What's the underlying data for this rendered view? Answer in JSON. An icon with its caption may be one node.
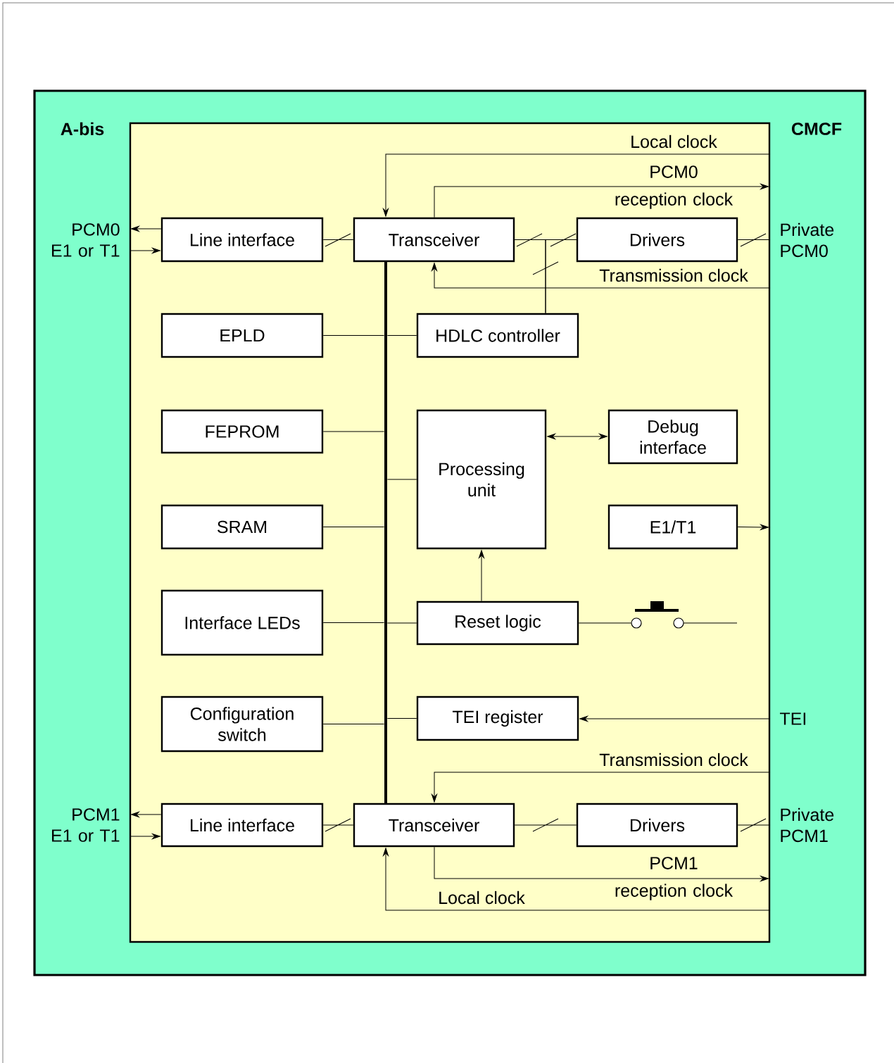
{
  "diagram": {
    "nodes": [
      {
        "text": [
          "A-bis",
          "CMCF"
        ]
      },
      {
        "text": [],
        "shape": "box",
        "in": 0
      },
      {
        "text": [
          "PCM0 E1 or T1"
        ],
        "in": 0
      },
      {
        "text": [
          "Line interface"
        ],
        "in": 1
      },
      {
        "text": [
          "Transceiver"
        ],
        "in": 1
      },
      {
        "text": [
          "Drivers"
        ],
        "in": 1
      },
      {
        "text": [
          "Private PCM0"
        ],
        "in": 0
      },
      {
        "text": [
          "EPLD"
        ],
        "in": 1
      },
      {
        "text": [
          "HDLC controller"
        ],
        "in": 1
      },
      {
        "text": [
          "FEPROM"
        ],
        "in": 1
      },
      {
        "text": [
          "Processing unit"
        ],
        "in": 1
      },
      {
        "text": [
          "Debug interface"
        ],
        "in": 1
      },
      {
        "text": [
          "SRAM"
        ],
        "in": 1
      },
      {
        "text": [
          "E1/T1"
        ],
        "in": 1
      },
      {
        "text": [
          "Interface LEDs"
        ],
        "in": 1
      },
      {
        "text": [
          "Reset logic"
        ],
        "in": 1
      },
      {
        "text": [],
        "shape": "picture",
        "in": 1
      },
      {
        "text": [
          "Configuration switch"
        ],
        "in": 1
      },
      {
        "text": [
          "TEI register"
        ],
        "in": 1
      },
      {
        "text": [
          "TEI"
        ],
        "in": 0
      },
      {
        "text": [
          "PCM1 E1 or T1"
        ],
        "in": 0
      },
      {
        "text": [
          "Line interface"
        ],
        "in": 1
      },
      {
        "text": [
          "Transceiver"
        ],
        "in": 1
      },
      {
        "text": [
          "Drivers"
        ],
        "in": 1
      },
      {
        "text": [
          "Private PCM1"
        ],
        "in": 0
      },
      {
        "text": [],
        "shape": "bar",
        "in": 1
      }
    ],
    "edges": [
      {
        "from": 3,
        "to": 2,
        "arrow": "to"
      },
      {
        "from": 2,
        "to": 3,
        "arrow": "to"
      },
      {
        "from": 3,
        "to": 4,
        "arrow": "none"
      },
      {
        "from": 4,
        "to": 5,
        "arrow": "none"
      },
      {
        "from": 8,
        "to": 4,
        "arrow": "none"
      },
      {
        "from": 8,
        "to": 5,
        "arrow": "none"
      },
      {
        "from": 5,
        "to": 6,
        "arrow": "none"
      },
      {
        "from": null,
        "to": 4,
        "arrow": "to",
        "label": "Local clock"
      },
      {
        "from": 4,
        "to": null,
        "arrow": "to",
        "label": "PCM0 reception clock"
      },
      {
        "from": null,
        "to": 4,
        "arrow": "to",
        "label": "Transmission clock"
      },
      {
        "from": 7,
        "to": 25,
        "arrow": "none"
      },
      {
        "from": 8,
        "to": 25,
        "arrow": "none"
      },
      {
        "from": 9,
        "to": 25,
        "arrow": "none"
      },
      {
        "from": 10,
        "to": 25,
        "arrow": "none"
      },
      {
        "from": 10,
        "to": 11,
        "arrow": "both"
      },
      {
        "from": 12,
        "to": 25,
        "arrow": "none"
      },
      {
        "from": 13,
        "to": null,
        "arrow": "to"
      },
      {
        "from": 14,
        "to": 25,
        "arrow": "none"
      },
      {
        "from": 15,
        "to": 25,
        "arrow": "none"
      },
      {
        "from": 15,
        "to": 10,
        "arrow": "to"
      },
      {
        "from": 15,
        "to": 16,
        "arrow": "none"
      },
      {
        "from": 17,
        "to": 25,
        "arrow": "none"
      },
      {
        "from": 18,
        "to": 25,
        "arrow": "none"
      },
      {
        "from": 19,
        "to": 18,
        "arrow": "to"
      },
      {
        "from": null,
        "to": 22,
        "arrow": "to",
        "label": "Transmission clock"
      },
      {
        "from": 21,
        "to": 20,
        "arrow": "to"
      },
      {
        "from": 20,
        "to": 21,
        "arrow": "to"
      },
      {
        "from": 21,
        "to": 22,
        "arrow": "none"
      },
      {
        "from": 22,
        "to": 23,
        "arrow": "none"
      },
      {
        "from": 23,
        "to": 24,
        "arrow": "none"
      },
      {
        "from": 22,
        "to": null,
        "arrow": "to",
        "label": "PCM1 reception clock"
      },
      {
        "from": null,
        "to": 22,
        "arrow": "to",
        "label": "Local clock"
      }
    ]
  }
}
